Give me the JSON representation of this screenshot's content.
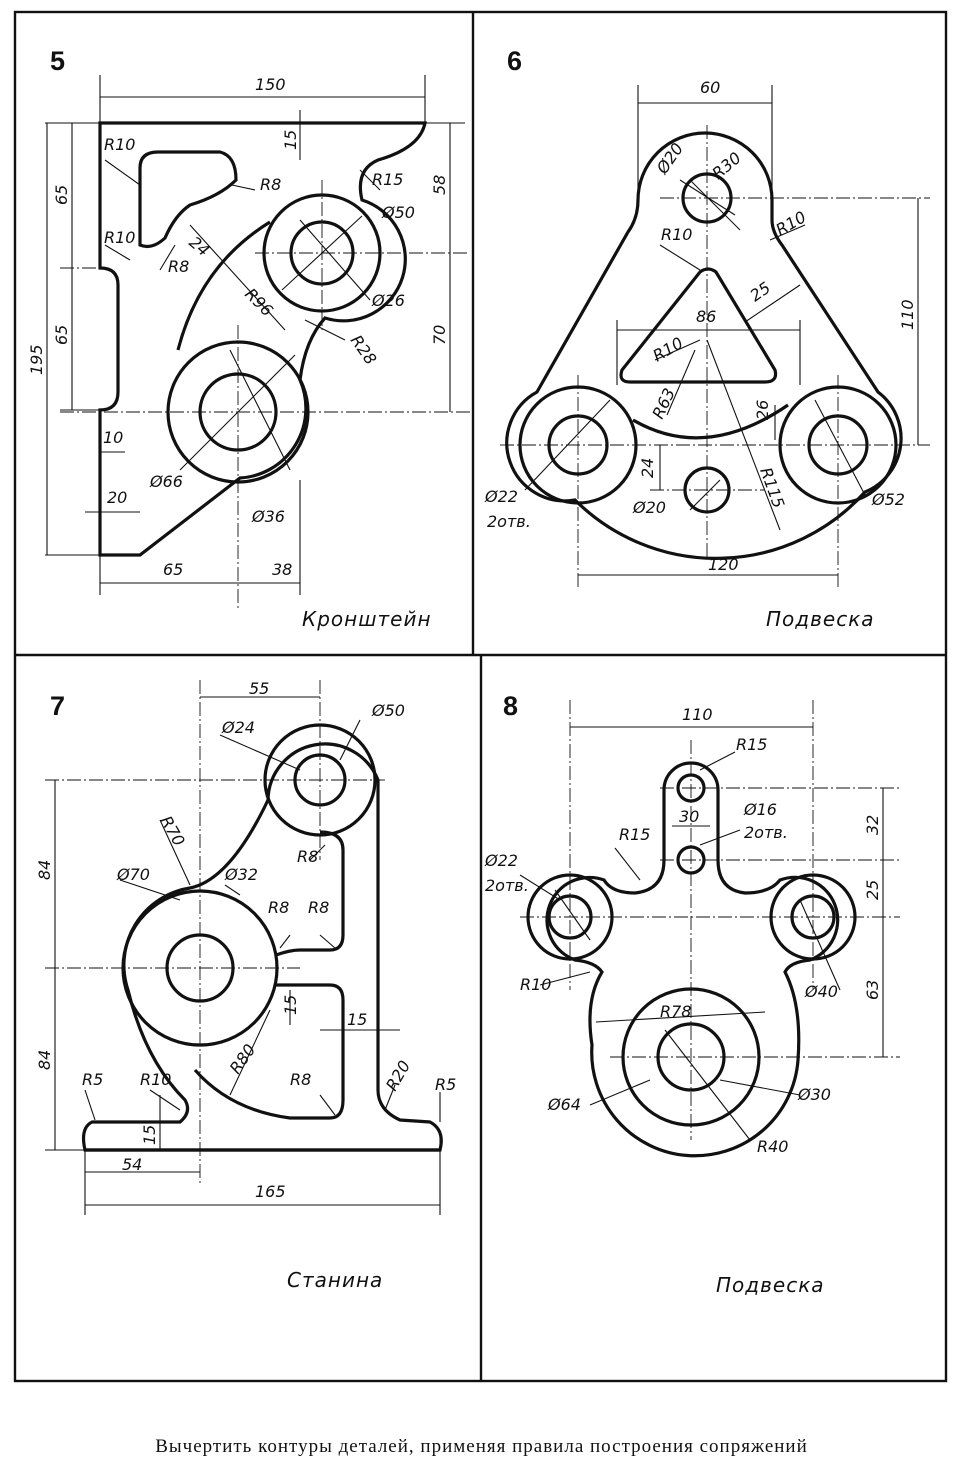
{
  "caption": "Вычертить контуры деталей, применяя правила построения сопряжений",
  "panels": [
    {
      "number": "5",
      "title": "Кронштейн",
      "dims": [
        "150",
        "15",
        "R10",
        "R8",
        "R15",
        "58",
        "65",
        "Ø50",
        "24",
        "R10",
        "R96",
        "Ø26",
        "R8",
        "R28",
        "65",
        "70",
        "195",
        "10",
        "Ø66",
        "20",
        "Ø36",
        "65",
        "38"
      ]
    },
    {
      "number": "6",
      "title": "Подвеска",
      "dims": [
        "60",
        "Ø20",
        "R30",
        "R10",
        "R10",
        "110",
        "25",
        "86",
        "R10",
        "R63",
        "26",
        "24",
        "R115",
        "Ø22",
        "2отв.",
        "Ø20",
        "Ø52",
        "120"
      ]
    },
    {
      "number": "7",
      "title": "Станина",
      "dims": [
        "55",
        "Ø24",
        "Ø50",
        "84",
        "R70",
        "R8",
        "Ø70",
        "Ø32",
        "R8",
        "R8",
        "15",
        "15",
        "R80",
        "84",
        "R5",
        "R10",
        "R8",
        "R20",
        "R5",
        "15",
        "54",
        "165"
      ]
    },
    {
      "number": "8",
      "title": "Подвеска",
      "dims": [
        "110",
        "R15",
        "Ø16",
        "2отв.",
        "30",
        "R15",
        "32",
        "Ø22",
        "2отв.",
        "25",
        "R10",
        "Ø40",
        "63",
        "R78",
        "Ø64",
        "Ø30",
        "R40"
      ]
    }
  ]
}
